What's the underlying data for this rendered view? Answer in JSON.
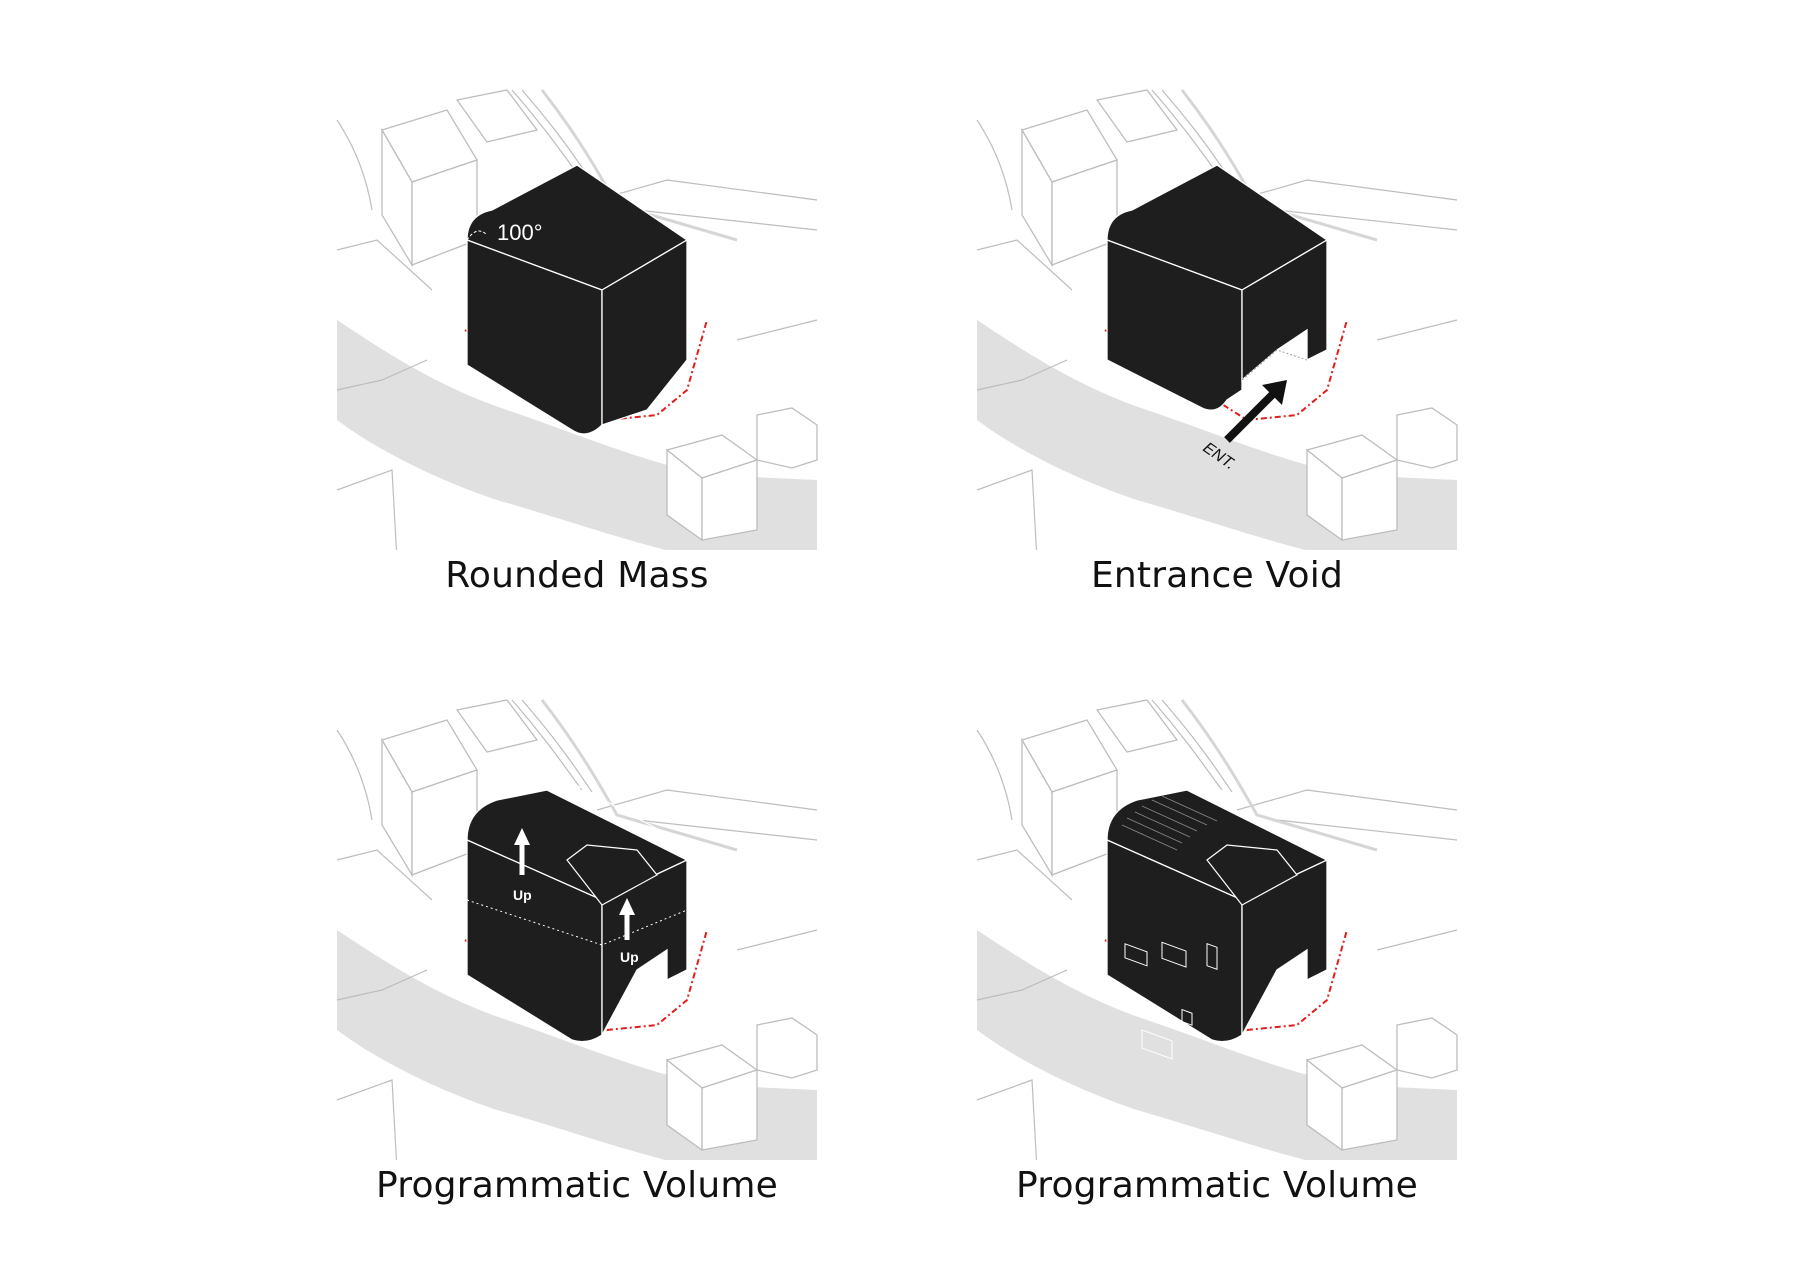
{
  "panels": [
    {
      "caption": "Rounded Mass",
      "annotation": "100°"
    },
    {
      "caption": "Entrance Void",
      "annotation": "ENT."
    },
    {
      "caption": "Programmatic Volume",
      "annotation": "Up"
    },
    {
      "caption": "Programmatic Volume"
    }
  ],
  "colors": {
    "mass": "#1e1e1e",
    "road": "#e0e0e0",
    "context_line": "#bdbdbd",
    "site_boundary": "#e11d1d"
  }
}
